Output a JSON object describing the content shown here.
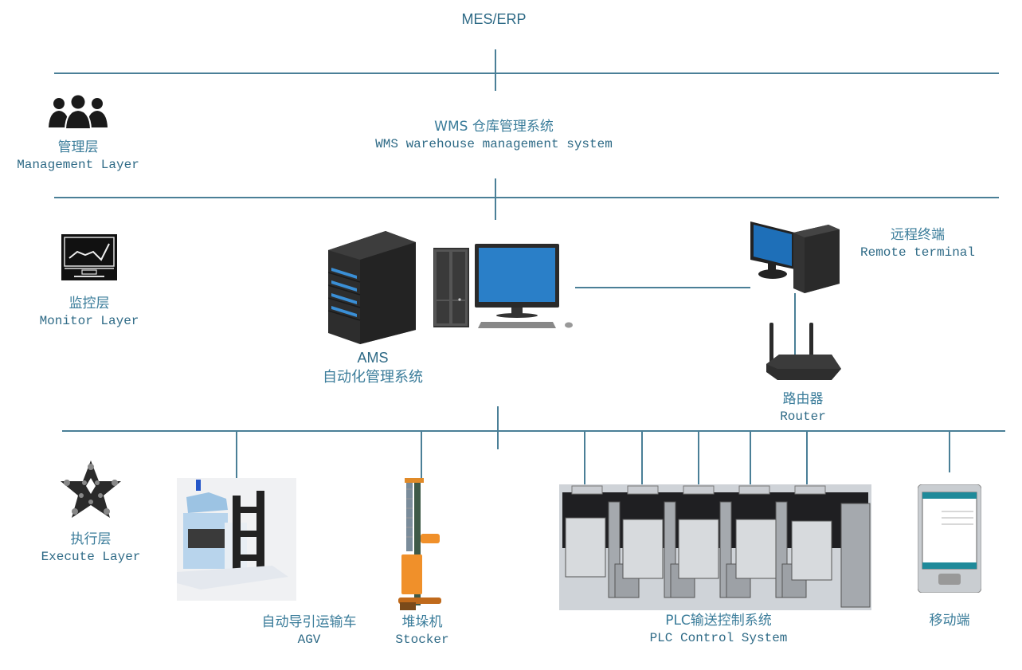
{
  "top": {
    "label": "MES/ERP"
  },
  "wms": {
    "label_cn": "WMS 仓库管理系统",
    "label_en": "WMS warehouse management system"
  },
  "layers": [
    {
      "icon": "people-group-icon",
      "label_cn": "管理层",
      "label_en": "Management Layer"
    },
    {
      "icon": "monitor-chart-icon",
      "label_cn": "监控层",
      "label_en": "Monitor Layer"
    },
    {
      "icon": "star-network-icon",
      "label_cn": "执行层",
      "label_en": "Execute Layer"
    }
  ],
  "ams": {
    "label_en": "AMS",
    "label_cn": "自动化管理系统"
  },
  "remote_terminal": {
    "label_cn": "远程终端",
    "label_en": "Remote terminal"
  },
  "router": {
    "label_cn": "路由器",
    "label_en": "Router"
  },
  "devices": {
    "agv": {
      "label_cn": "自动导引运输车",
      "label_en": "AGV"
    },
    "stocker": {
      "label_cn": "堆垛机",
      "label_en": "Stocker"
    },
    "plc": {
      "label_cn": "PLC输送控制系统",
      "label_en": "PLC Control System"
    },
    "mobile": {
      "label_cn": "移动端"
    }
  },
  "colors": {
    "line": "#4a7f97",
    "text": "#2e6a86",
    "screen_blue": "#1f73b8",
    "stocker_orange": "#f0902a"
  }
}
